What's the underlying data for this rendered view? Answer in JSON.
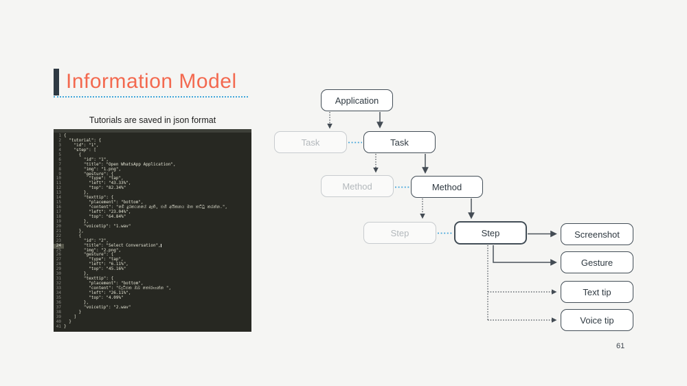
{
  "title": "Information Model",
  "caption": "Tutorials are saved in json format",
  "page_number": "61",
  "colors": {
    "title_accent": "#f3694f",
    "title_bar": "#2f3a43",
    "underline_blue": "#3da5da",
    "connector_blue": "#45a6db",
    "editor_background": "#272822",
    "slide_background": "#f5f5f3"
  },
  "diagram": {
    "application": "Application",
    "task_ref": "Task",
    "task": "Task",
    "method_ref": "Method",
    "method": "Method",
    "step_ref": "Step",
    "step": "Step",
    "screenshot": "Screenshot",
    "gesture": "Gesture",
    "text_tip": "Text tip",
    "voice_tip": "Voice tip"
  },
  "editor": {
    "highlighted_line": 24,
    "lines": [
      "{",
      "  \"tutorial\": {",
      "    \"id\": \"1\",",
      "    \"step\": [",
      "      {",
      "        \"id\": \"1\",",
      "        \"title\": \"Open WhatsApp Application\",",
      "        \"img\": \"1.png\",",
      "        \"gesture\": {",
      "          \"type\": \"tap\",",
      "          \"left\": \"43.33%\",",
      "          \"top\": \"82.34%\"",
      "        },",
      "        \"texttip\": {",
      "          \"placement\": \"bottom\",",
      "          \"content\": \"මේ දුරකථනයේ ඇති, එහි අයිකනය මත තට්ටු කරන්න.\",",
      "          \"left\": \"23.04%\",",
      "          \"top\": \"64.84%\"",
      "        },",
      "        \"voicetip\": \"1.wav\"",
      "      },",
      "      {",
      "        \"id\": \"2\",",
      "        \"title\": \"Select Conversation\",",
      "        \"img\": \"2.png\",",
      "        \"gesture\": {",
      "          \"type\": \"tap\",",
      "          \"left\": \"6.11%\",",
      "          \"top\": \"45.16%\"",
      "        },",
      "        \"texttip\": {",
      "          \"placement\": \"bottom\",",
      "          \"content\": \"චැට්එක ඔබ තෝරාගන්න \",",
      "          \"left\": \"26.11%\",",
      "          \"top\": \"4.09%\"",
      "        },",
      "        \"voicetip\": \"2.wav\"",
      "      }",
      "    ]",
      "  }",
      "}"
    ]
  }
}
